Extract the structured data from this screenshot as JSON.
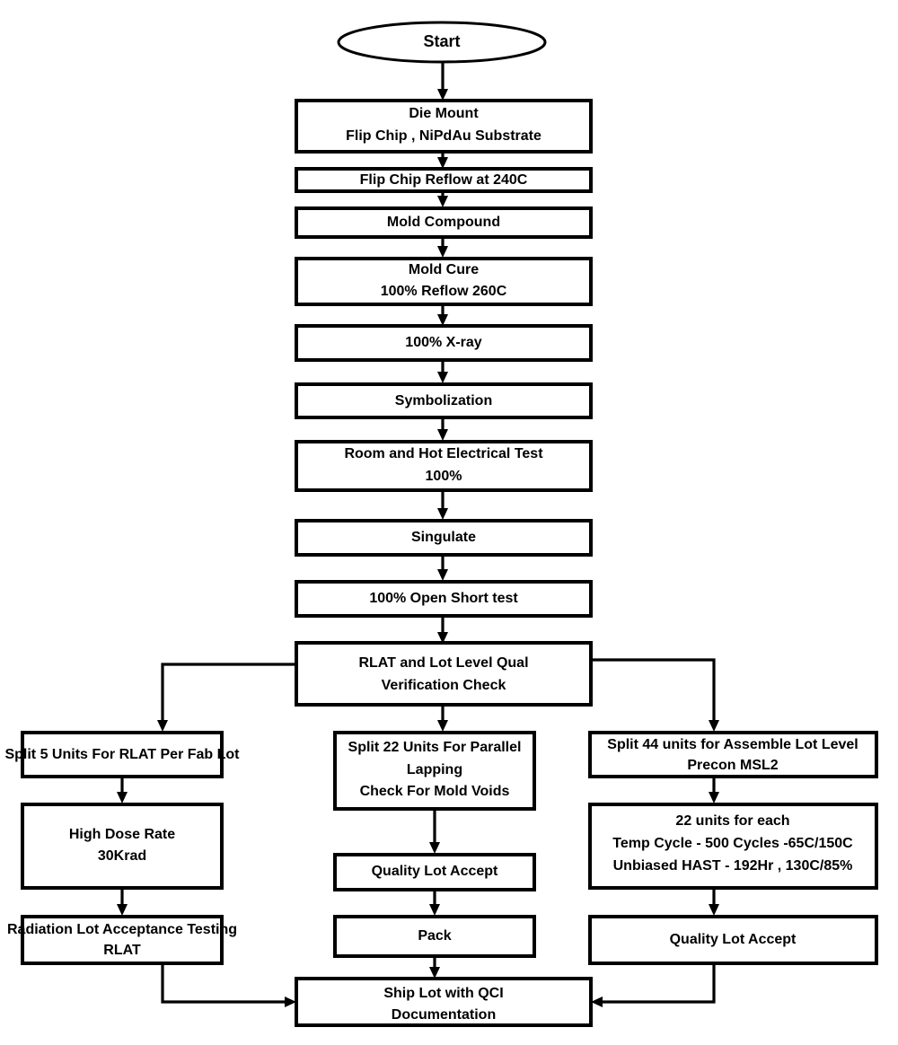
{
  "diagram": {
    "title": "Semiconductor Assembly and Qualification Process Flow",
    "colors": {
      "background": "#ffffff",
      "stroke": "#000000",
      "fill": "#ffffff"
    },
    "start_node": {
      "name": "start-node",
      "shape": "ellipse",
      "label": "Start"
    },
    "main_steps": [
      {
        "name": "die-mount",
        "lines": [
          "Die Mount",
          "Flip Chip ,  NiPdAu Substrate"
        ]
      },
      {
        "name": "flip-chip-reflow",
        "lines": [
          "Flip Chip Reflow at 240C"
        ]
      },
      {
        "name": "mold-compound",
        "lines": [
          "Mold Compound"
        ]
      },
      {
        "name": "mold-cure",
        "lines": [
          "Mold Cure",
          "100% Reflow 260C"
        ]
      },
      {
        "name": "x-ray",
        "lines": [
          "100% X-ray"
        ]
      },
      {
        "name": "symbolization",
        "lines": [
          "Symbolization"
        ]
      },
      {
        "name": "electrical-test",
        "lines": [
          "Room and Hot Electrical Test",
          "100%"
        ]
      },
      {
        "name": "singulate",
        "lines": [
          "Singulate"
        ]
      },
      {
        "name": "open-short-test",
        "lines": [
          "100% Open Short test"
        ]
      },
      {
        "name": "rlat-lot-level-qual",
        "lines": [
          "RLAT and Lot Level Qual",
          "Verification Check"
        ]
      }
    ],
    "branches": {
      "left": [
        {
          "name": "split-5-units-rlat",
          "lines": [
            "Split 5 Units For RLAT Per Fab Lot"
          ]
        },
        {
          "name": "high-dose-rate",
          "lines": [
            "High Dose Rate",
            "30Krad"
          ]
        },
        {
          "name": "radiation-lot-acceptance-testing",
          "lines": [
            "Radiation Lot Acceptance Testing",
            "RLAT"
          ]
        }
      ],
      "center": [
        {
          "name": "split-22-units-parallel-lapping",
          "lines": [
            "Split 22 Units For Parallel",
            "Lapping",
            "Check For Mold Voids"
          ]
        },
        {
          "name": "quality-lot-accept-center",
          "lines": [
            "Quality Lot Accept"
          ]
        },
        {
          "name": "pack",
          "lines": [
            "Pack"
          ]
        }
      ],
      "right": [
        {
          "name": "split-44-units-precon",
          "lines": [
            "Split 44 units for Assemble Lot Level",
            "Precon MSL2"
          ]
        },
        {
          "name": "reliability-stress",
          "lines": [
            "22 units for each",
            "Temp Cycle - 500 Cycles -65C/150C",
            "Unbiased HAST - 192Hr , 130C/85%"
          ]
        },
        {
          "name": "quality-lot-accept-right",
          "lines": [
            "Quality Lot Accept"
          ]
        }
      ]
    },
    "end_node": {
      "name": "ship-lot",
      "lines": [
        "Ship Lot with QCI",
        "Documentation"
      ]
    }
  }
}
